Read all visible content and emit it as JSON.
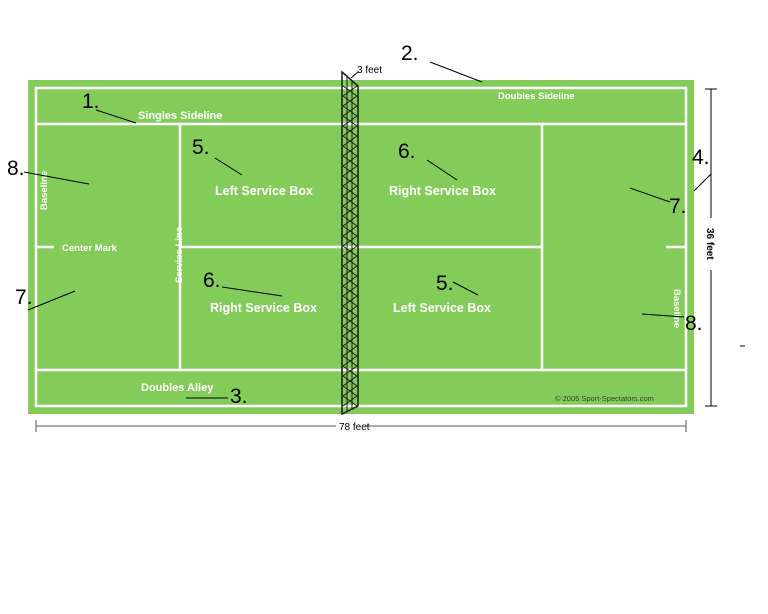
{
  "court": {
    "grass_color": "#84cc5a",
    "line_color": "#ffffff",
    "singles_sideline": "Singles Sideline",
    "doubles_sideline": "Doubles Sideline",
    "baseline": "Baseline",
    "center_mark": "Center Mark",
    "service_line": "Service Line",
    "doubles_alley": "Doubles Alley",
    "copyright": "© 2005 Sport-Spectators.com",
    "service_boxes": {
      "left_top": "Left Service Box",
      "left_bottom": "Right Service Box",
      "right_top": "Right Service Box",
      "right_bottom": "Left Service Box"
    }
  },
  "dimensions": {
    "net_height": "3 feet",
    "length": "78 feet",
    "width": "36 feet"
  },
  "markers": [
    "1.",
    "2.",
    "3.",
    "4.",
    "5.",
    "6.",
    "7.",
    "8."
  ]
}
